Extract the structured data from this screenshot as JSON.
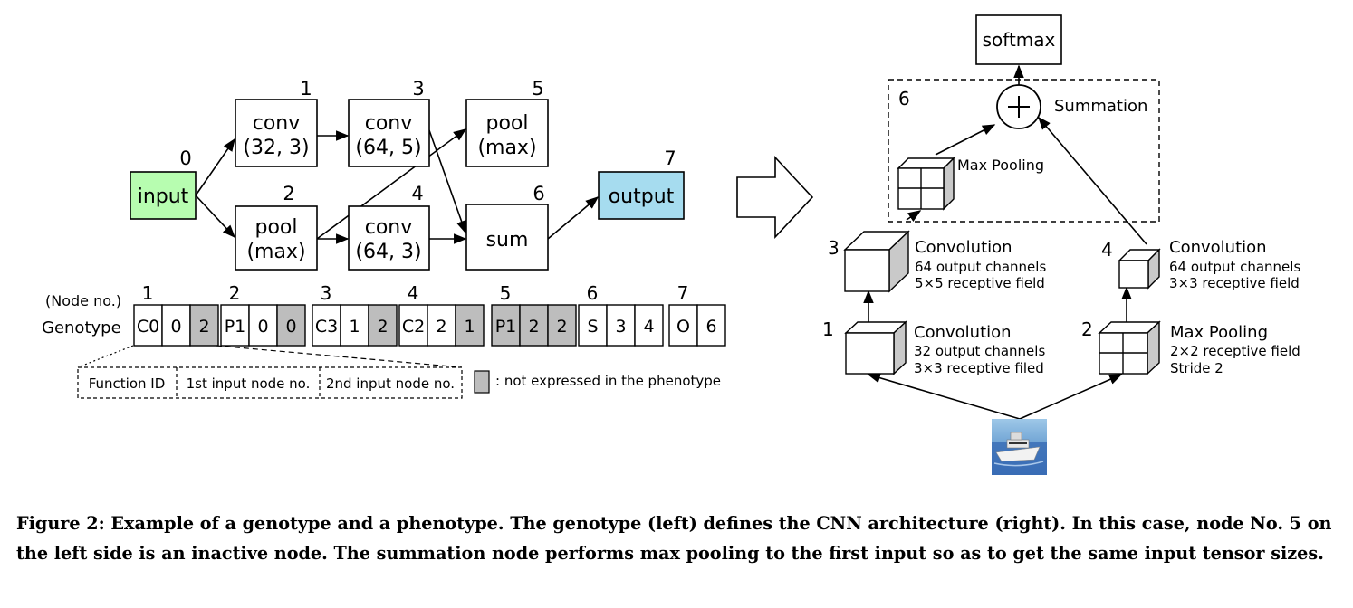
{
  "left_graph": {
    "nodes": {
      "input": {
        "number": "0",
        "line1": "input",
        "line2": ""
      },
      "n1": {
        "number": "1",
        "line1": "conv",
        "line2": "(32, 3)"
      },
      "n2": {
        "number": "2",
        "line1": "pool",
        "line2": "(max)"
      },
      "n3": {
        "number": "3",
        "line1": "conv",
        "line2": "(64, 5)"
      },
      "n4": {
        "number": "4",
        "line1": "conv",
        "line2": "(64, 3)"
      },
      "n5": {
        "number": "5",
        "line1": "pool",
        "line2": "(max)"
      },
      "n6": {
        "number": "6",
        "line1": "sum",
        "line2": ""
      },
      "output": {
        "number": "7",
        "line1": "output",
        "line2": ""
      }
    },
    "colors": {
      "input": "#b7fdb0",
      "output": "#a6dcef",
      "inactive": "#bdbdbd"
    }
  },
  "genotype": {
    "node_no_label": "(Node no.)",
    "row_label": "Genotype",
    "groups": [
      {
        "no": "1",
        "genes": [
          "C0",
          "0",
          "2"
        ],
        "inactive": [
          false,
          false,
          true
        ]
      },
      {
        "no": "2",
        "genes": [
          "P1",
          "0",
          "0"
        ],
        "inactive": [
          false,
          false,
          true
        ]
      },
      {
        "no": "3",
        "genes": [
          "C3",
          "1",
          "2"
        ],
        "inactive": [
          false,
          false,
          true
        ]
      },
      {
        "no": "4",
        "genes": [
          "C2",
          "2",
          "1"
        ],
        "inactive": [
          false,
          false,
          true
        ]
      },
      {
        "no": "5",
        "genes": [
          "P1",
          "2",
          "2"
        ],
        "inactive": [
          true,
          true,
          true
        ]
      },
      {
        "no": "6",
        "genes": [
          "S",
          "3",
          "4"
        ],
        "inactive": [
          false,
          false,
          false
        ]
      },
      {
        "no": "7",
        "genes": [
          "O",
          "6"
        ],
        "inactive": [
          false,
          false
        ]
      }
    ],
    "legend_fields": [
      "Function ID",
      "1st input node no.",
      "2nd input node no."
    ],
    "legend_note": ": not expressed in the phenotype"
  },
  "phenotype": {
    "softmax": "softmax",
    "summation": "Summation",
    "sum_node_no": "6",
    "maxpool_in_sum": "Max Pooling",
    "blocks": {
      "b1": {
        "no": "1",
        "title": "Convolution",
        "line2": "32 output channels",
        "line3": "3×3 receptive filed"
      },
      "b2": {
        "no": "2",
        "title": "Max Pooling",
        "line2": "2×2 receptive field",
        "line3": "Stride  2"
      },
      "b3": {
        "no": "3",
        "title": "Convolution",
        "line2": "64 output channels",
        "line3": "5×5 receptive field"
      },
      "b4": {
        "no": "4",
        "title": "Convolution",
        "line2": "64 output channels",
        "line3": "3×3 receptive field"
      }
    }
  },
  "caption": "Figure 2: Example of a genotype and a phenotype. The genotype (left) defines the CNN architecture (right). In this case, node No. 5 on the left side is an inactive node. The summation node performs max pooling to the first input so as to get the same input tensor sizes."
}
